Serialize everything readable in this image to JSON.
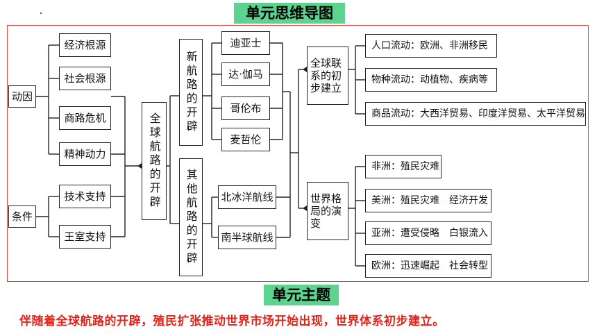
{
  "header_title": "单元思维导图",
  "theme_title": "单元主题",
  "summary": "伴随着全球航路的开辟，殖民扩张推动世界市场开始出现，世界体系初步建立。",
  "nodes": {
    "motivation": "动因",
    "economic_root": "经济根源",
    "social_root": "社会根源",
    "trade_crisis": "商路危机",
    "spiritual_force": "精神动力",
    "conditions": "条件",
    "tech_support": "技术支持",
    "royal_support": "王室支持",
    "global_routes": "全球航路的开辟",
    "new_routes": "新航路的开辟",
    "other_routes": "其他航路的开辟",
    "dias": "迪亚士",
    "da_gama": "达·伽马",
    "columbus": "哥伦布",
    "magellan": "麦哲伦",
    "north_arctic": "北冰洋航线",
    "southern_hemisphere": "南半球航线",
    "global_ties": "全球联系的初步建立",
    "population_flow": "人口流动：欧洲、非洲移民",
    "species_flow": "物种流动：动植物、疾病等",
    "goods_flow": "商品流动：大西洋贸易、印度洋贸易、太平洋贸易",
    "world_pattern": "世界格局的演变",
    "africa": "非洲：殖民灾难",
    "america": "美洲：殖民灾难　经济开发",
    "asia": "亚洲：遭受侵略　白银流入",
    "europe": "欧洲：迅速崛起　社会转型"
  },
  "colors": {
    "title_bg": "#5cd38e",
    "frame_border": "#e0453a",
    "summary_text": "#e2231a"
  }
}
